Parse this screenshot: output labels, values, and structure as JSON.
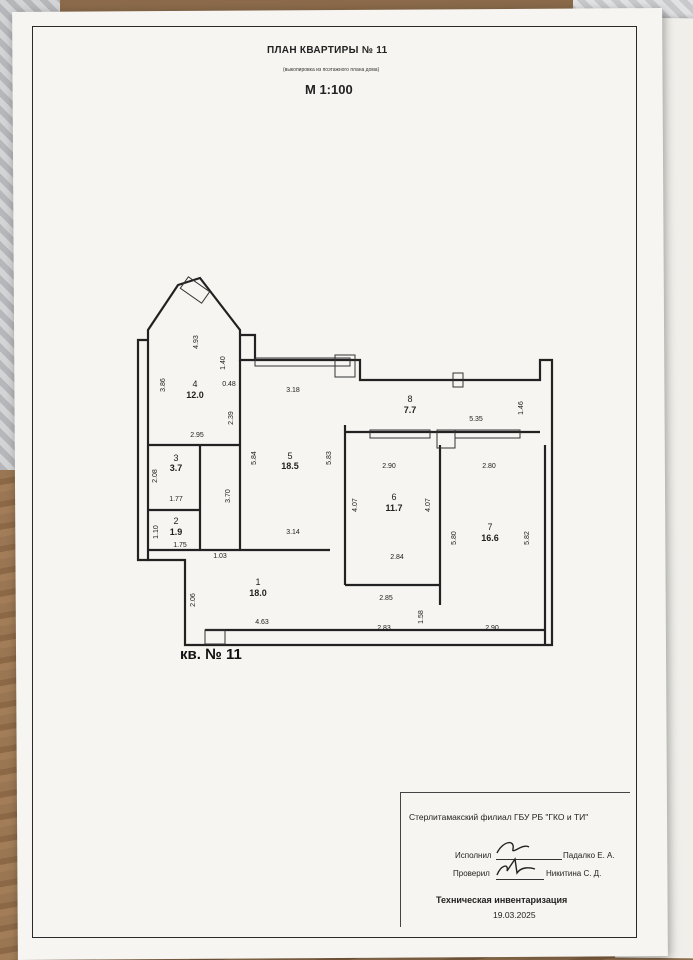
{
  "document": {
    "title": "ПЛАН КВАРТИРЫ №  11",
    "subtitle": "(выкопировка из поэтажного плана дома)",
    "scale": "М 1:100",
    "apartment_label": "кв. № 11"
  },
  "rooms": [
    {
      "number": "1",
      "area": "18.0"
    },
    {
      "number": "2",
      "area": "1.9"
    },
    {
      "number": "3",
      "area": "3.7"
    },
    {
      "number": "4",
      "area": "12.0"
    },
    {
      "number": "5",
      "area": "18.5"
    },
    {
      "number": "6",
      "area": "11.7"
    },
    {
      "number": "7",
      "area": "16.6"
    },
    {
      "number": "8",
      "area": "7.7"
    }
  ],
  "dimensions": {
    "d493": "4.93",
    "d140": "1.40",
    "d386": "3.86",
    "d048": "0.48",
    "d239": "2.39",
    "d295": "2.95",
    "d318": "3.18",
    "d584": "5.84",
    "d583": "5.83",
    "d535": "5.35",
    "d146": "1.46",
    "d208": "2.08",
    "d177": "1.77",
    "d370": "3.70",
    "d110": "1.10",
    "d175": "1.75",
    "d103": "1.03",
    "d314": "3.14",
    "d290a": "2.90",
    "d280": "2.80",
    "d407a": "4.07",
    "d407b": "4.07",
    "d580": "5.80",
    "d582": "5.82",
    "d284": "2.84",
    "d206": "2.06",
    "d285": "2.85",
    "d463": "4.63",
    "d283": "2.83",
    "d158": "1.58",
    "d290b": "2.90"
  },
  "stamp": {
    "organization": "Стерлитамакский филиал ГБУ РБ \"ГКО и ТИ\"",
    "executed_label": "Исполнил",
    "executed_name": "Падалко Е. А.",
    "checked_label": "Проверил",
    "checked_name": "Никитина С. Д.",
    "inventory": "Техническая инвентаризация",
    "date": "19.03.2025"
  }
}
